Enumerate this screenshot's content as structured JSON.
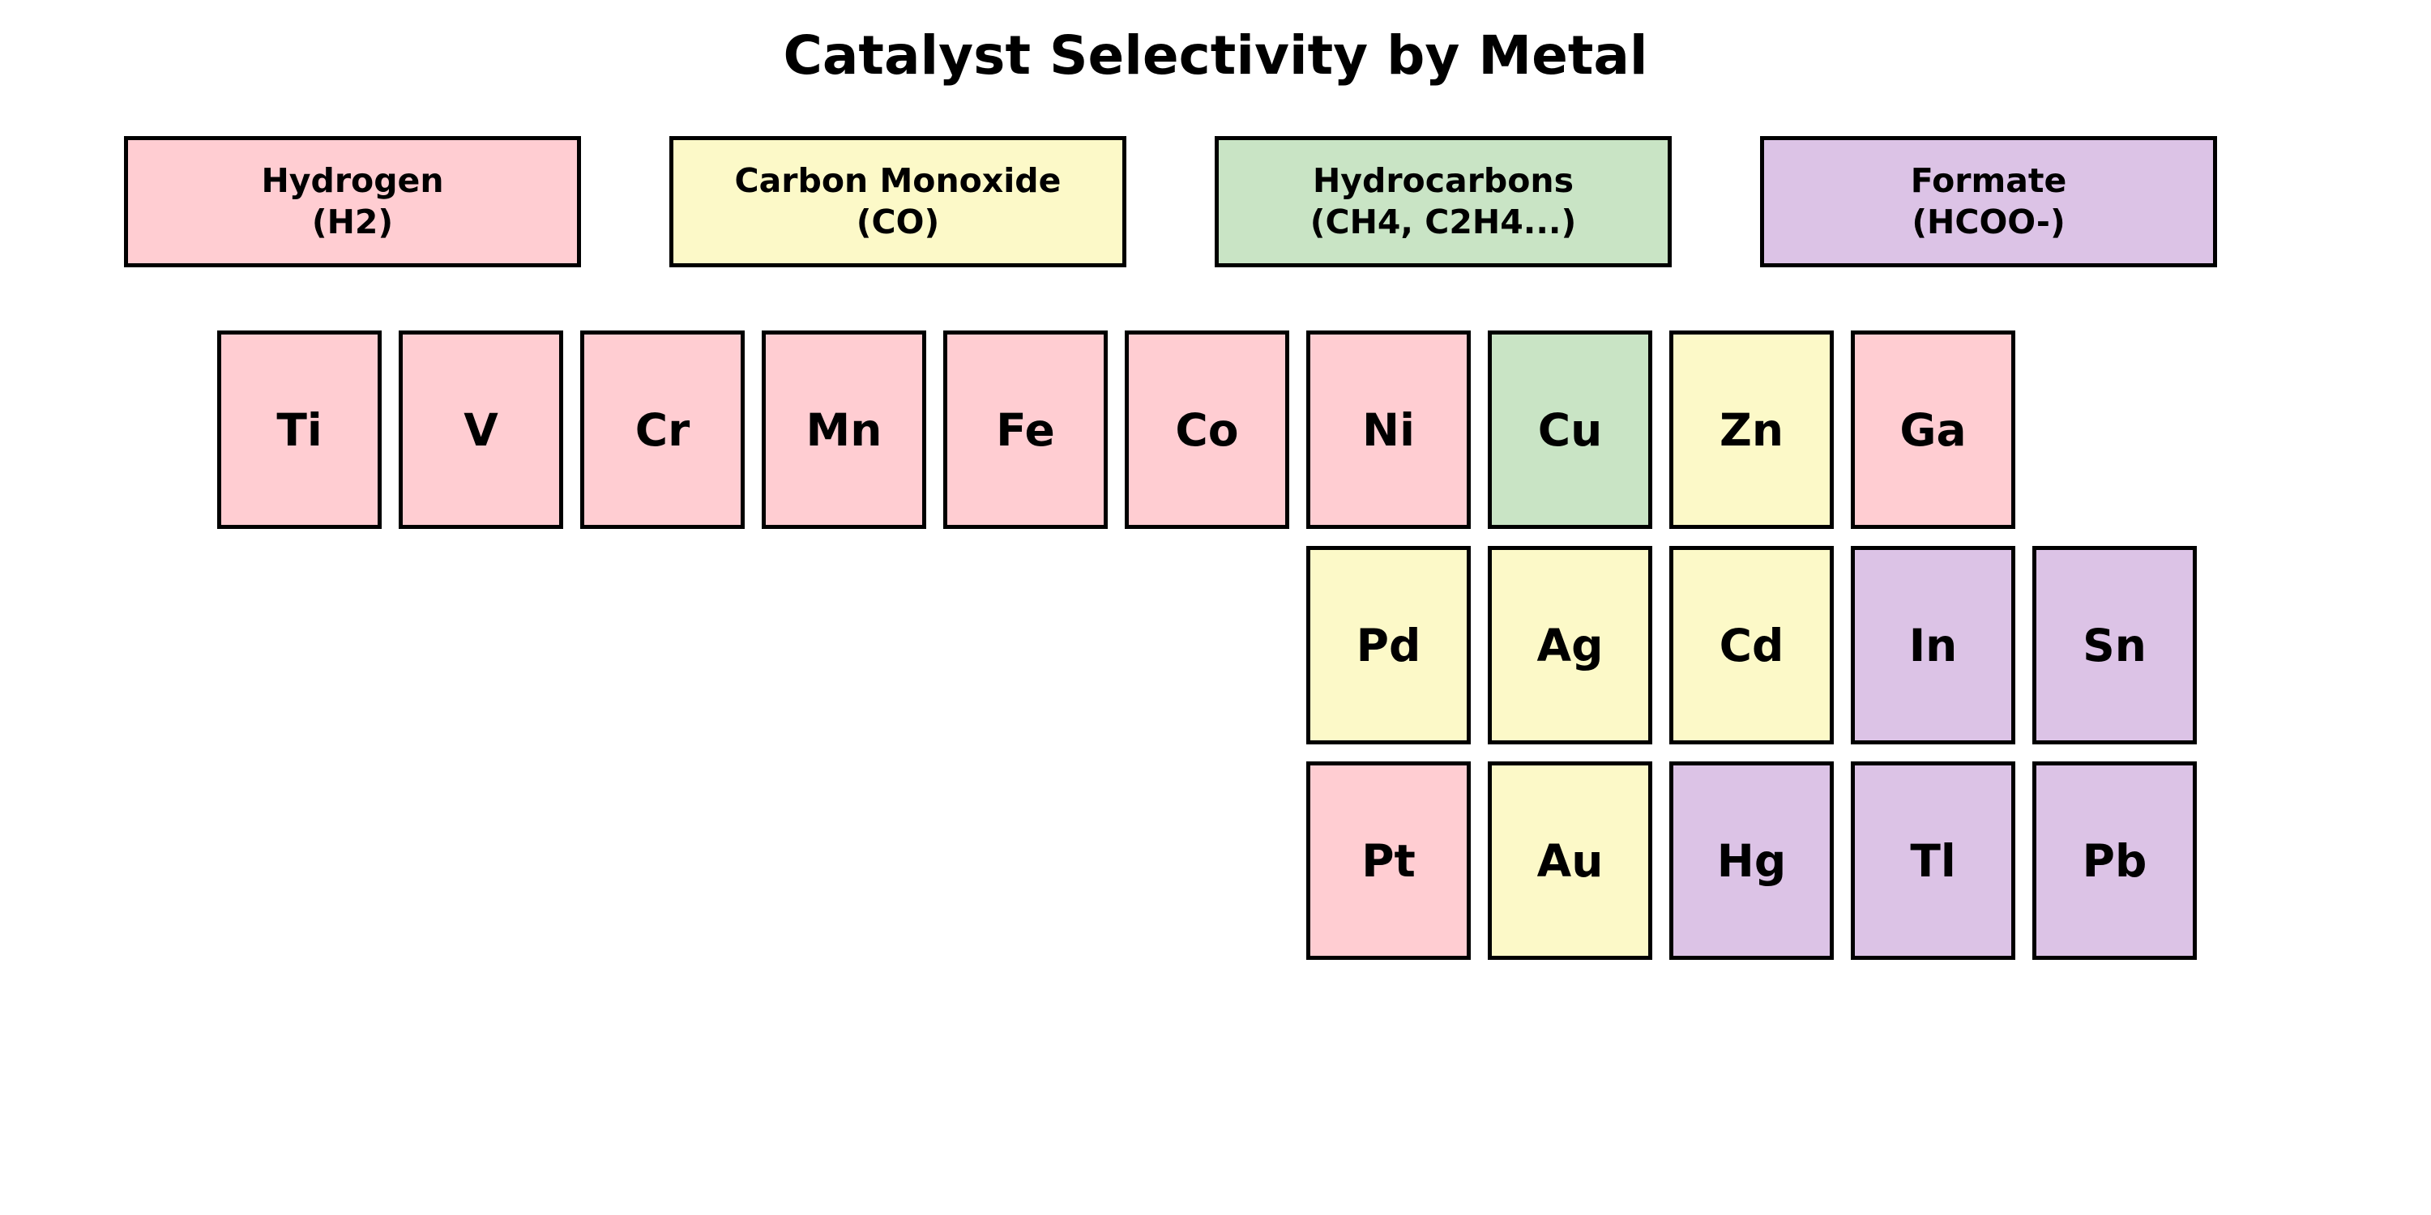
{
  "title": "Catalyst Selectivity by Metal",
  "colors": {
    "hydrogen": "#FFCDD2",
    "carbon_monoxide": "#FCF9C8",
    "hydrocarbons": "#C9E4C5",
    "formate": "#DCC3E6",
    "border": "#000000",
    "background": "#FFFFFF",
    "text": "#000000"
  },
  "legend": [
    {
      "line1": "Hydrogen",
      "line2": "(H2)",
      "category": "hydrogen"
    },
    {
      "line1": "Carbon Monoxide",
      "line2": "(CO)",
      "category": "carbon_monoxide"
    },
    {
      "line1": "Hydrocarbons",
      "line2": "(CH4, C2H4...)",
      "category": "hydrocarbons"
    },
    {
      "line1": "Formate",
      "line2": "(HCOO-)",
      "category": "formate"
    }
  ],
  "chart_data": {
    "type": "heatmap",
    "title": "Catalyst Selectivity by Metal",
    "legend_position": "top",
    "categories": [
      {
        "key": "hydrogen",
        "label": "Hydrogen (H2)",
        "color": "#FFCDD2"
      },
      {
        "key": "carbon_monoxide",
        "label": "Carbon Monoxide (CO)",
        "color": "#FCF9C8"
      },
      {
        "key": "hydrocarbons",
        "label": "Hydrocarbons (CH4, C2H4...)",
        "color": "#C9E4C5"
      },
      {
        "key": "formate",
        "label": "Formate (HCOO-)",
        "color": "#DCC3E6"
      }
    ],
    "elements": [
      {
        "symbol": "Ti",
        "row": 1,
        "col": 1,
        "category": "hydrogen"
      },
      {
        "symbol": "V",
        "row": 1,
        "col": 2,
        "category": "hydrogen"
      },
      {
        "symbol": "Cr",
        "row": 1,
        "col": 3,
        "category": "hydrogen"
      },
      {
        "symbol": "Mn",
        "row": 1,
        "col": 4,
        "category": "hydrogen"
      },
      {
        "symbol": "Fe",
        "row": 1,
        "col": 5,
        "category": "hydrogen"
      },
      {
        "symbol": "Co",
        "row": 1,
        "col": 6,
        "category": "hydrogen"
      },
      {
        "symbol": "Ni",
        "row": 1,
        "col": 7,
        "category": "hydrogen"
      },
      {
        "symbol": "Cu",
        "row": 1,
        "col": 8,
        "category": "hydrocarbons"
      },
      {
        "symbol": "Zn",
        "row": 1,
        "col": 9,
        "category": "carbon_monoxide"
      },
      {
        "symbol": "Ga",
        "row": 1,
        "col": 10,
        "category": "hydrogen"
      },
      {
        "symbol": "Pd",
        "row": 2,
        "col": 7,
        "category": "carbon_monoxide"
      },
      {
        "symbol": "Ag",
        "row": 2,
        "col": 8,
        "category": "carbon_monoxide"
      },
      {
        "symbol": "Cd",
        "row": 2,
        "col": 9,
        "category": "carbon_monoxide"
      },
      {
        "symbol": "In",
        "row": 2,
        "col": 10,
        "category": "formate"
      },
      {
        "symbol": "Sn",
        "row": 2,
        "col": 11,
        "category": "formate"
      },
      {
        "symbol": "Pt",
        "row": 3,
        "col": 7,
        "category": "hydrogen"
      },
      {
        "symbol": "Au",
        "row": 3,
        "col": 8,
        "category": "carbon_monoxide"
      },
      {
        "symbol": "Hg",
        "row": 3,
        "col": 9,
        "category": "formate"
      },
      {
        "symbol": "Tl",
        "row": 3,
        "col": 10,
        "category": "formate"
      },
      {
        "symbol": "Pb",
        "row": 3,
        "col": 11,
        "category": "formate"
      }
    ]
  }
}
